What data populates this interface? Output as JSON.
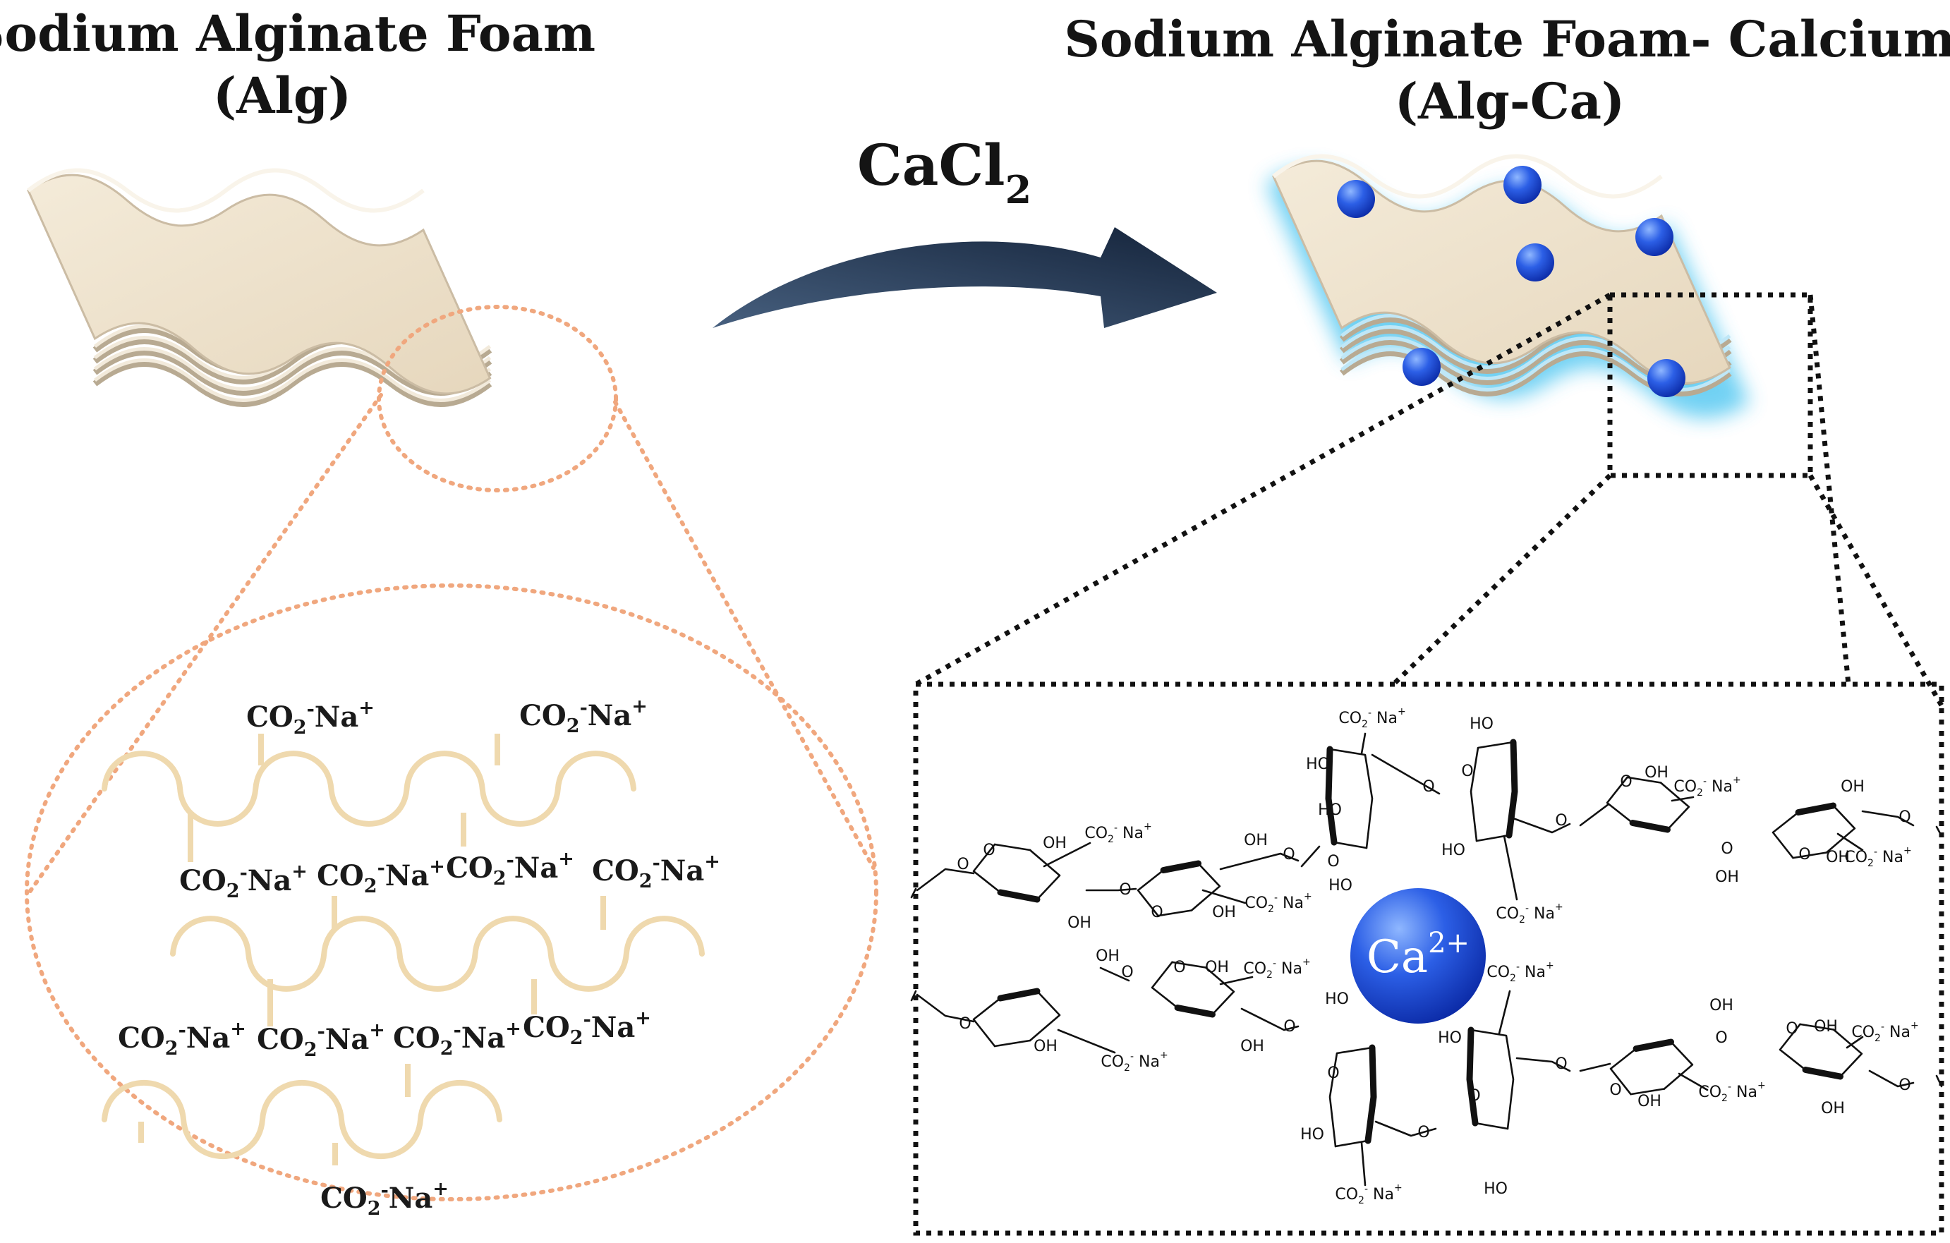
{
  "titles": {
    "left_line1": "Sodium Alginate Foam",
    "left_line2": "(Alg)",
    "right_line1": "Sodium Alginate Foam- Calcium",
    "right_line2": "(Alg-Ca)"
  },
  "reagent": {
    "base": "CaCl",
    "subscript": "2"
  },
  "salt_label": {
    "a": "CO",
    "b": "2",
    "c": "-",
    "d": "Na",
    "e": "+"
  },
  "ion": {
    "symbol": "Ca",
    "charge": "2+"
  },
  "structure": {
    "ho": "HO",
    "oh": "OH",
    "o": "O",
    "co2": "CO",
    "co2_sub": "2",
    "co2_sup": "-",
    "na": "Na",
    "na_sup": "+"
  },
  "colors": {
    "foam_sheet": "#ede1cc",
    "foam_edge": "#cbbca4",
    "chain": "#efd9ae",
    "zoom_ellipse": "#f0a77e",
    "arrow": "#1c2e48",
    "calcium_glow": "#43c2f0",
    "calcium_ball": "#1d4fd8"
  }
}
